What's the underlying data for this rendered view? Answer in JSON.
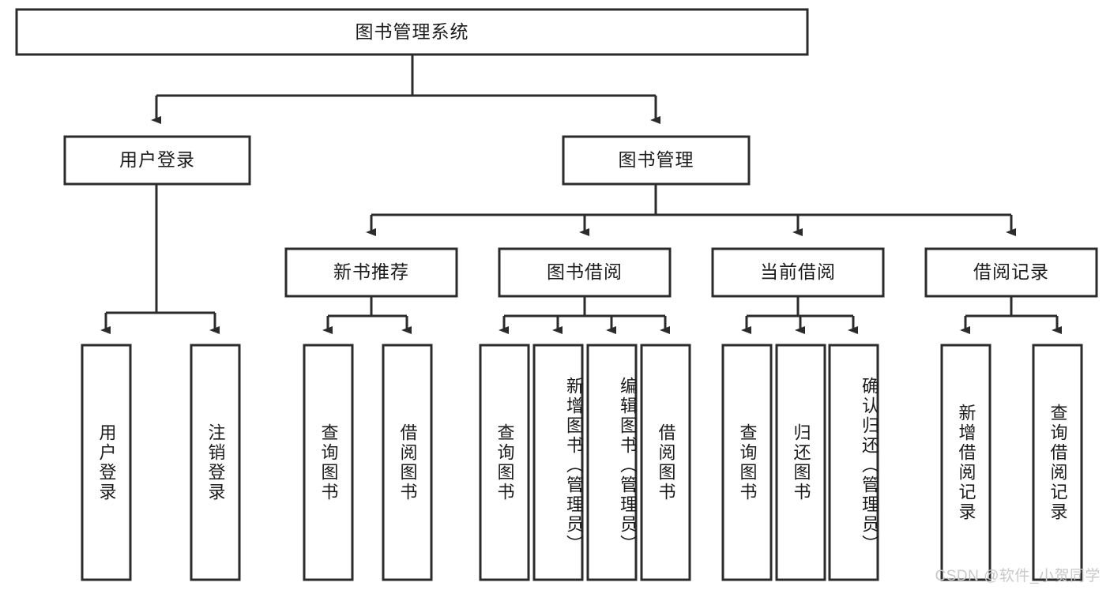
{
  "diagram": {
    "title": "图书管理系统",
    "type": "tree-hierarchy",
    "watermark": "CSDN @软件_小贺同学",
    "colors": {
      "stroke": "#2b2b2b",
      "fill": "#ffffff",
      "text": "#1b1b1b",
      "watermark": "#c9c9c9",
      "background": "#ffffff"
    },
    "root": {
      "label": "图书管理系统"
    },
    "level1": [
      {
        "label": "用户登录"
      },
      {
        "label": "图书管理"
      }
    ],
    "level2": [
      {
        "label": "新书推荐"
      },
      {
        "label": "图书借阅"
      },
      {
        "label": "当前借阅"
      },
      {
        "label": "借阅记录"
      }
    ],
    "leaves": {
      "user_login": [
        {
          "label": "用户登录"
        },
        {
          "label": "注销登录"
        }
      ],
      "new_book_recommend": [
        {
          "label": "查询图书"
        },
        {
          "label": "借阅图书"
        }
      ],
      "book_borrow": [
        {
          "label": "查询图书"
        },
        {
          "label": "新增图书（管理员）"
        },
        {
          "label": "编辑图书（管理员）"
        },
        {
          "label": "借阅图书"
        }
      ],
      "current_borrow": [
        {
          "label": "查询图书"
        },
        {
          "label": "归还图书"
        },
        {
          "label": "确认归还（管理员）"
        }
      ],
      "borrow_record": [
        {
          "label": "新增借阅记录"
        },
        {
          "label": "查询借阅记录"
        }
      ]
    }
  }
}
